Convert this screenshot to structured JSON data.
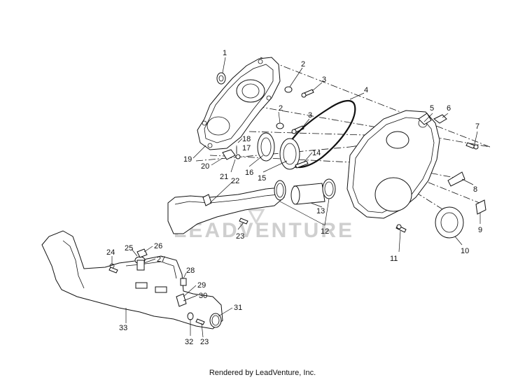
{
  "diagram": {
    "callouts": [
      {
        "id": "c1",
        "text": "1"
      },
      {
        "id": "c2a",
        "text": "2"
      },
      {
        "id": "c2b",
        "text": "2"
      },
      {
        "id": "c3a",
        "text": "3"
      },
      {
        "id": "c3b",
        "text": "3"
      },
      {
        "id": "c4",
        "text": "4"
      },
      {
        "id": "c5",
        "text": "5"
      },
      {
        "id": "c6",
        "text": "6"
      },
      {
        "id": "c7",
        "text": "7"
      },
      {
        "id": "c8",
        "text": "8"
      },
      {
        "id": "c9",
        "text": "9"
      },
      {
        "id": "c10",
        "text": "10"
      },
      {
        "id": "c11",
        "text": "11"
      },
      {
        "id": "c12",
        "text": "12"
      },
      {
        "id": "c13",
        "text": "13"
      },
      {
        "id": "c14",
        "text": "14"
      },
      {
        "id": "c15",
        "text": "15"
      },
      {
        "id": "c16",
        "text": "16"
      },
      {
        "id": "c17",
        "text": "17"
      },
      {
        "id": "c18",
        "text": "18"
      },
      {
        "id": "c19",
        "text": "19"
      },
      {
        "id": "c20",
        "text": "20"
      },
      {
        "id": "c21",
        "text": "21"
      },
      {
        "id": "c22",
        "text": "22"
      },
      {
        "id": "c23a",
        "text": "23"
      },
      {
        "id": "c23b",
        "text": "23"
      },
      {
        "id": "c24",
        "text": "24"
      },
      {
        "id": "c25",
        "text": "25"
      },
      {
        "id": "c26",
        "text": "26"
      },
      {
        "id": "c27",
        "text": "27"
      },
      {
        "id": "c28",
        "text": "28"
      },
      {
        "id": "c29",
        "text": "29"
      },
      {
        "id": "c30",
        "text": "30"
      },
      {
        "id": "c31",
        "text": "31"
      },
      {
        "id": "c32",
        "text": "32"
      },
      {
        "id": "c33",
        "text": "33"
      }
    ],
    "watermark": "LEADVENTURE",
    "footer": "Rendered by LeadVenture, Inc."
  }
}
